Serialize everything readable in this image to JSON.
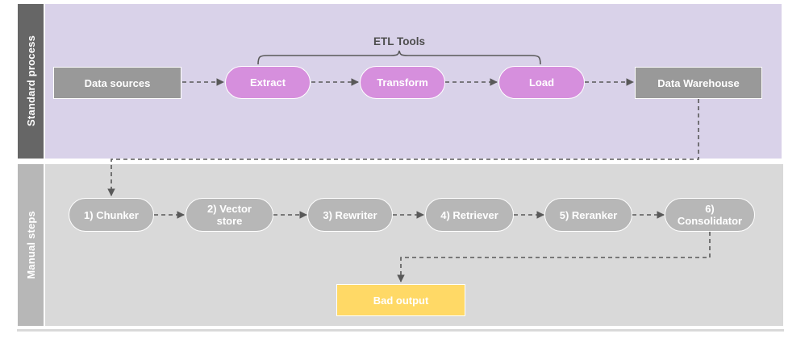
{
  "diagram": {
    "title_bracket": "ETL Tools",
    "colors": {
      "lane_top_header_bg": "#666666",
      "lane_top_body_bg": "#d9d2e9",
      "lane_bottom_header_bg": "#b7b7b7",
      "lane_bottom_body_bg": "#d9d9d9",
      "rect_node_bg": "#999999",
      "pill_etl_bg": "#d68fdd",
      "pill_step_bg": "#b7b7b7",
      "output_bg": "#ffd966",
      "connector": "#595959",
      "bracket": "#595959",
      "node_text": "#ffffff",
      "bracket_text": "#4d4d4d"
    },
    "lanes": [
      {
        "id": "standard-process",
        "label": "Standard process"
      },
      {
        "id": "manual-steps",
        "label": "Manual steps"
      }
    ],
    "standard_process": {
      "nodes": [
        {
          "id": "data-sources",
          "label": "Data sources",
          "shape": "rect"
        },
        {
          "id": "extract",
          "label": "Extract",
          "shape": "pill"
        },
        {
          "id": "transform",
          "label": "Transform",
          "shape": "pill"
        },
        {
          "id": "load",
          "label": "Load",
          "shape": "pill"
        },
        {
          "id": "data-warehouse",
          "label": "Data Warehouse",
          "shape": "rect"
        }
      ]
    },
    "manual_steps": {
      "nodes": [
        {
          "id": "chunker",
          "label": "1) Chunker",
          "shape": "pill"
        },
        {
          "id": "vector-store",
          "label": "2) Vector\nstore",
          "shape": "pill"
        },
        {
          "id": "rewriter",
          "label": "3) Rewriter",
          "shape": "pill"
        },
        {
          "id": "retriever",
          "label": "4) Retriever",
          "shape": "pill"
        },
        {
          "id": "reranker",
          "label": "5) Reranker",
          "shape": "pill"
        },
        {
          "id": "consolidator",
          "label": "6)\nConsolidator",
          "shape": "pill"
        }
      ],
      "output": {
        "id": "bad-output",
        "label": "Bad output",
        "shape": "rect"
      }
    }
  }
}
